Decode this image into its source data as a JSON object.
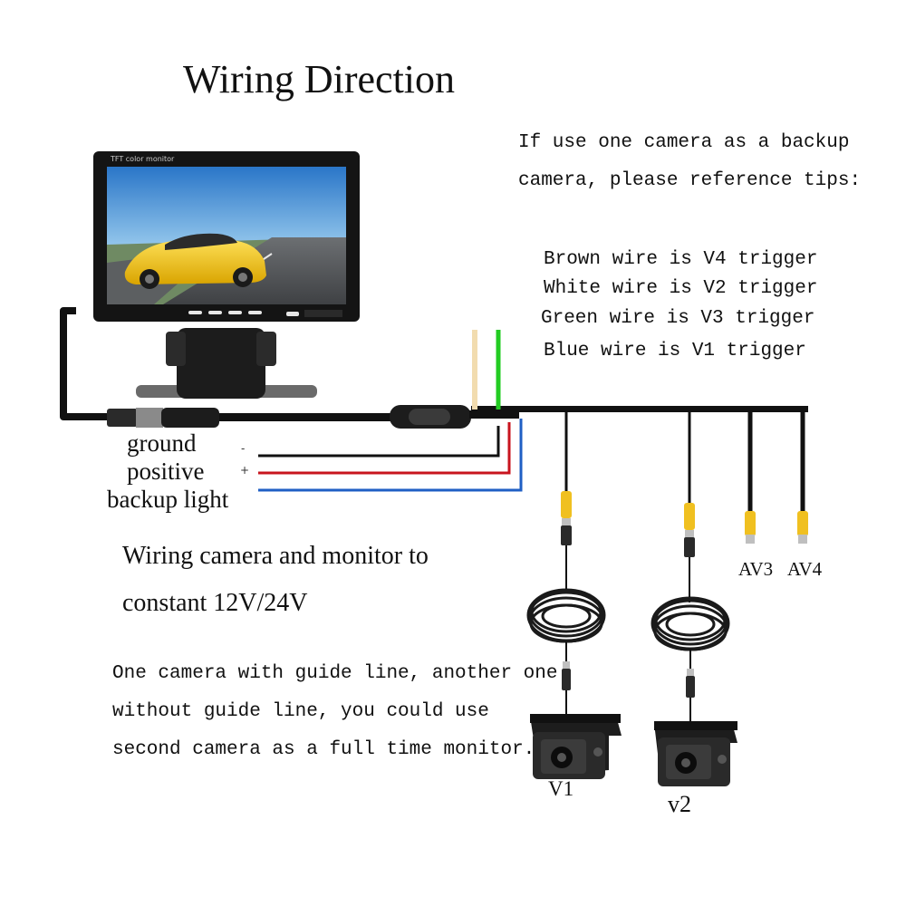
{
  "title": "Wiring Direction",
  "backup_tip": {
    "line1": "If use one camera as a backup",
    "line2": "camera, please reference tips:"
  },
  "triggers": [
    {
      "text": "Brown wire is V4 trigger",
      "color": "#f2dcaf"
    },
    {
      "text": "White wire is V2 trigger",
      "color": "#f2dcaf"
    },
    {
      "text": "Green wire is V3 trigger",
      "color": "#22cc22"
    },
    {
      "text": "Blue wire is V1 trigger",
      "color": "#1f5fc4"
    }
  ],
  "power_wires": {
    "ground": {
      "label": "ground",
      "sign": "-",
      "color": "#111111"
    },
    "positive": {
      "label": "positive",
      "sign": "+",
      "color": "#c8141e"
    },
    "backup_light": {
      "label": "backup light",
      "color": "#1f5fc4"
    }
  },
  "wiring_note": {
    "line1": "Wiring camera and monitor to",
    "line2": "constant 12V/24V"
  },
  "camera_note": {
    "line1": "One camera with guide line, another one",
    "line2": "without guide line, you could use",
    "line3": "second camera as a full time monitor."
  },
  "monitor": {
    "label": "TFT color monitor"
  },
  "cameras": [
    {
      "label": "V1"
    },
    {
      "label": "v2"
    }
  ],
  "av_ports": [
    {
      "label": "AV3"
    },
    {
      "label": "AV4"
    }
  ],
  "connector_color": "#f0c020"
}
